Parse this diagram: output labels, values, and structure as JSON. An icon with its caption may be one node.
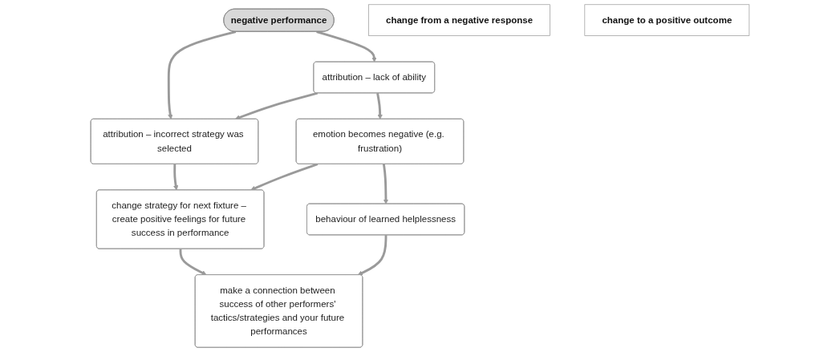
{
  "diagram": {
    "nodes": [
      {
        "text": [
          "negative performance"
        ]
      },
      {
        "text": [
          "change from a negative response"
        ]
      },
      {
        "text": [
          "change to a positive outcome"
        ]
      },
      {
        "text": [
          "attribution – lack of ability"
        ]
      },
      {
        "text": [
          "attribution – incorrect strategy was selected"
        ]
      },
      {
        "text": [
          "emotion becomes negative (e.g. frustration)"
        ]
      },
      {
        "text": [
          "change strategy for next fixture – create positive feelings for future success in performance"
        ]
      },
      {
        "text": [
          "behaviour of learned helplessness"
        ]
      },
      {
        "text": [
          "make a connection between success of other performers' tactics/strategies and your future performances"
        ]
      }
    ],
    "edges": [
      {
        "from": 0,
        "to": 3,
        "arrow": "to"
      },
      {
        "from": 0,
        "to": 4,
        "arrow": "to"
      },
      {
        "from": 3,
        "to": 4,
        "arrow": "to"
      },
      {
        "from": 3,
        "to": 5,
        "arrow": "to"
      },
      {
        "from": 4,
        "to": 6,
        "arrow": "to"
      },
      {
        "from": 5,
        "to": 6,
        "arrow": "to"
      },
      {
        "from": 5,
        "to": 7,
        "arrow": "to"
      },
      {
        "from": 6,
        "to": 8,
        "arrow": "to"
      },
      {
        "from": 7,
        "to": 8,
        "arrow": "to"
      }
    ]
  }
}
